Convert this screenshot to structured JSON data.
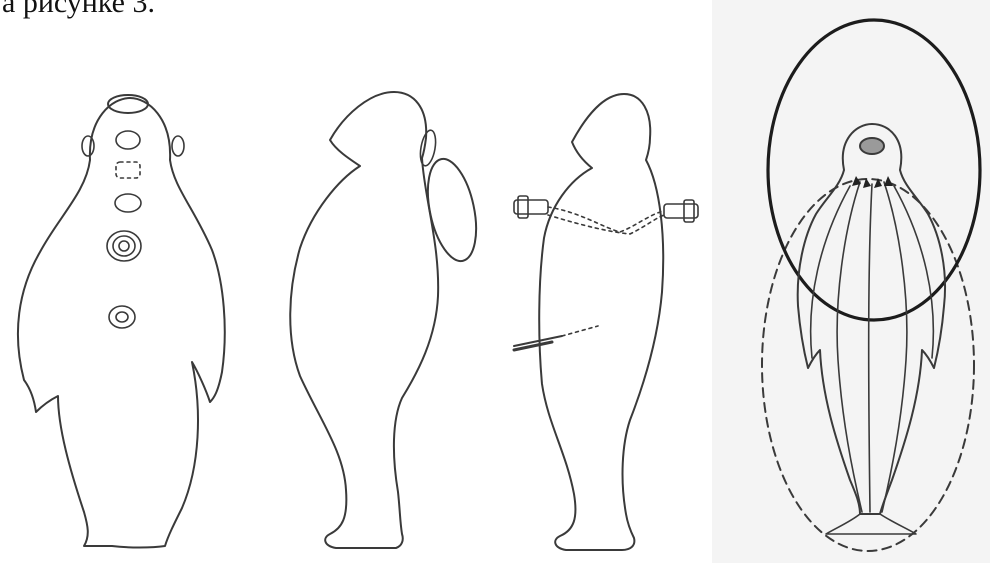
{
  "caption": "а рисунке 3.",
  "colors": {
    "line": "#3a3a3a",
    "heavy_line": "#1c1c1c",
    "panel_background": "#f4f4f4",
    "page_background": "#ffffff"
  },
  "figures": [
    {
      "id": "front-figure-with-centers"
    },
    {
      "id": "side-figure-with-oval"
    },
    {
      "id": "side-figure-with-needles"
    },
    {
      "id": "field-figure-with-ellipses"
    }
  ]
}
